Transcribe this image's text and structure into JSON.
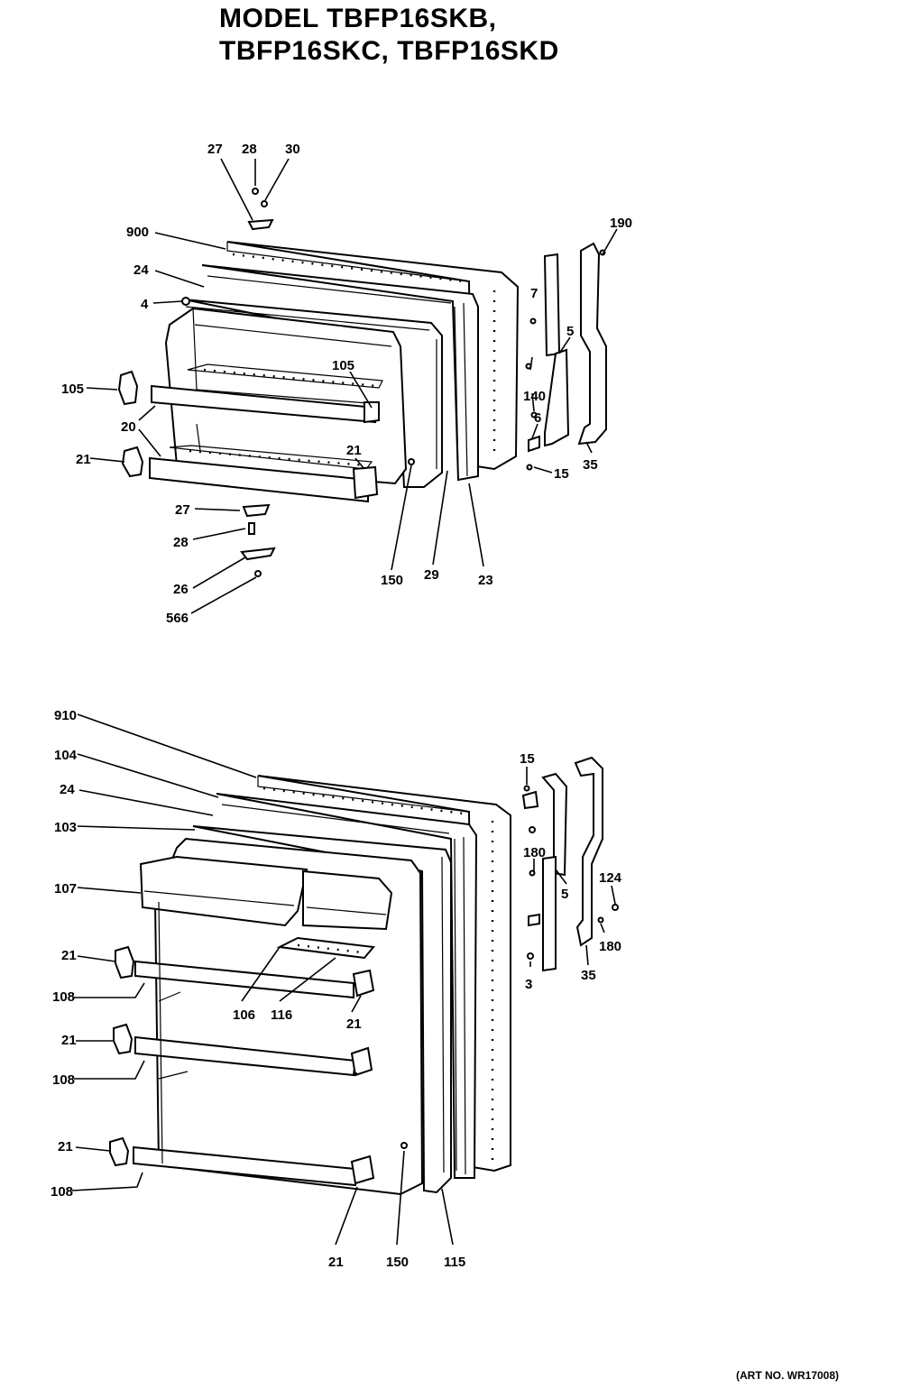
{
  "header": {
    "line1": "MODEL TBFP16SKB,",
    "line2": "TBFP16SKC, TBFP16SKD"
  },
  "footer": {
    "art_no": "(ART NO. WR17008)"
  },
  "freezer_door_callouts": [
    "27",
    "28",
    "30",
    "900",
    "24",
    "4",
    "105",
    "20",
    "21",
    "105",
    "21",
    "27",
    "28",
    "26",
    "566",
    "150",
    "29",
    "23",
    "190",
    "7",
    "5",
    "140",
    "6",
    "15",
    "35"
  ],
  "fresh_food_door_callouts": [
    "910",
    "104",
    "24",
    "103",
    "107",
    "21",
    "108",
    "21",
    "108",
    "21",
    "108",
    "106",
    "116",
    "21",
    "21",
    "150",
    "115",
    "15",
    "180",
    "5",
    "124",
    "3",
    "180",
    "35"
  ]
}
